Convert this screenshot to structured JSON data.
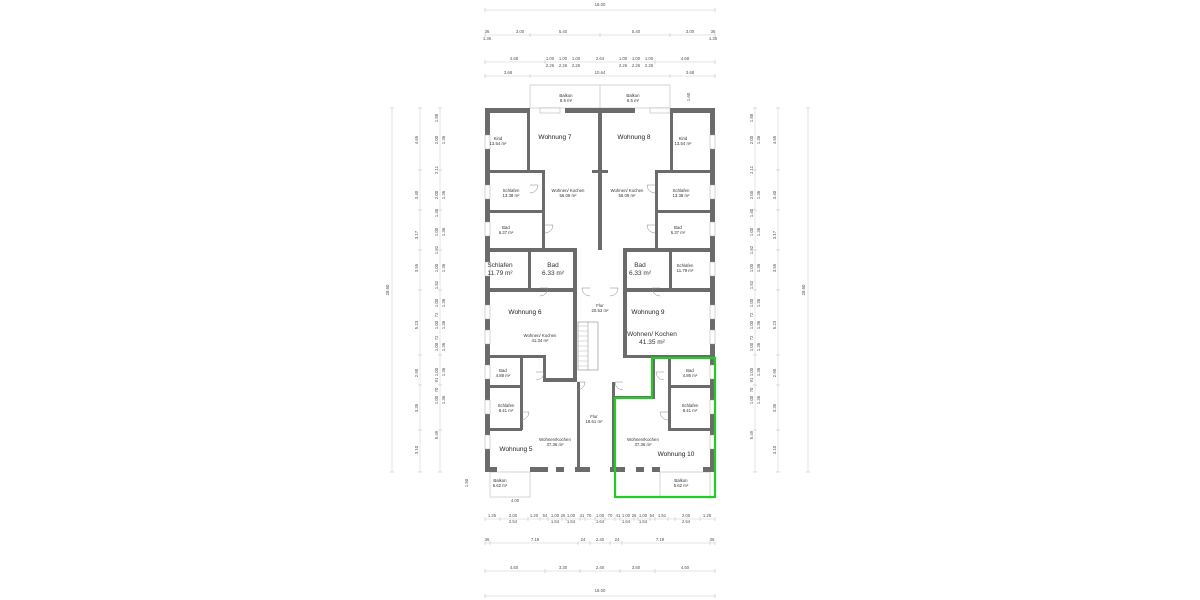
{
  "plan": {
    "apartments": [
      "Wohnung 5",
      "Wohnung 6",
      "Wohnung 7",
      "Wohnung 8",
      "Wohnung 9",
      "Wohnung 10"
    ],
    "highlighted_apartment": "Wohnung 10",
    "highlight_color": "#22cc22",
    "wall_color": "#6b6b6b",
    "rooms": [
      {
        "name": "Kind",
        "area": "13.54 m²"
      },
      {
        "name": "Kind",
        "area": "13.54 m²"
      },
      {
        "name": "Schlafen",
        "area": "13.38 m²"
      },
      {
        "name": "Schlafen",
        "area": "13.38 m²"
      },
      {
        "name": "Wohnen/ Kochen",
        "area": "56.09 m²"
      },
      {
        "name": "Wohnen/ Kochen",
        "area": "56.09 m²"
      },
      {
        "name": "Bad",
        "area": "6.37 m²"
      },
      {
        "name": "Bad",
        "area": "6.37 m²"
      },
      {
        "name": "Schlafen",
        "area": "11.79 m²"
      },
      {
        "name": "Bad",
        "area": "6.33 m²"
      },
      {
        "name": "Bad",
        "area": "6.33 m²"
      },
      {
        "name": "Schlafen",
        "area": "11.79 m²"
      },
      {
        "name": "Flur",
        "area": "20.53 m²"
      },
      {
        "name": "Wohnen/ Kochen",
        "area": "41.34 m²"
      },
      {
        "name": "Wohnen/ Kochen",
        "area": "41.35 m²"
      },
      {
        "name": "Bad",
        "area": "4.88 m²"
      },
      {
        "name": "Bad",
        "area": "4.86 m²"
      },
      {
        "name": "Schlafen",
        "area": "8.41 m²"
      },
      {
        "name": "Schlafen",
        "area": "8.41 m²"
      },
      {
        "name": "Flur",
        "area": "18.61 m²"
      },
      {
        "name": "Wohnen/Kochen",
        "area": "37.36 m²"
      },
      {
        "name": "Wohnen/Kochen",
        "area": "37.36 m²"
      },
      {
        "name": "Balkon",
        "area": "5.62 m²"
      },
      {
        "name": "Balkon",
        "area": "5.62 m²"
      },
      {
        "name": "Balkon",
        "area": "8.5 m²"
      },
      {
        "name": "Balkon",
        "area": "8.5 m²"
      }
    ]
  },
  "dimensions": {
    "top_total": "18.00",
    "top_row1": [
      "36",
      "3.00",
      "5.40",
      "5.40",
      "3.00",
      "36",
      "1.36",
      "1.36"
    ],
    "top_row2": [
      "4.68",
      "1.00",
      "2.26",
      "1.00",
      "2.26",
      "1.00",
      "2.26",
      "2.64",
      "1.00",
      "2.26",
      "1.00",
      "2.26",
      "1.00",
      "2.26",
      "4.68"
    ],
    "top_row3": [
      "3.68",
      "10.64",
      "3.68"
    ],
    "balcony_depth_top": "1.60",
    "balcony_depth_bottom": "1.50",
    "balcony_width_bottom": "4.00",
    "bottom_row1": [
      "1.25",
      "2.00",
      "2.54",
      "1.20",
      "54",
      "1.00",
      "1.64",
      "26",
      "1.00",
      "1.64",
      "41",
      "70",
      "1.00",
      "1.64",
      "70",
      "41",
      "1.00",
      "1.64",
      "26",
      "1.00",
      "1.64",
      "54",
      "1.51",
      "2.00",
      "2.54",
      "1.25"
    ],
    "bottom_row2": [
      "36",
      "7.19",
      "24",
      "2.40",
      "24",
      "7.19",
      "36"
    ],
    "bottom_row3": [
      "4.50",
      "3.30",
      "2.40",
      "3.50",
      "4.50"
    ],
    "bottom_total": "18.00",
    "side_total": "28.60",
    "side_outer": [
      "4.65",
      "3.40",
      "3.17",
      "3.55",
      "5.23",
      "2.90",
      "3.35",
      "3.10"
    ],
    "side_inner": [
      "1.88",
      "2.00",
      "1.36",
      "2.11",
      "2.00",
      "1.36",
      "1.40",
      "1.00",
      "1.36",
      "1.82",
      "1.00",
      "1.36",
      "1.82",
      "1.00",
      "1.36",
      "72",
      "1.00",
      "1.36",
      "72",
      "1.00",
      "1.36",
      "1.00",
      "1.36",
      "91",
      "70",
      "1.00",
      "1.36",
      "5.49"
    ]
  }
}
